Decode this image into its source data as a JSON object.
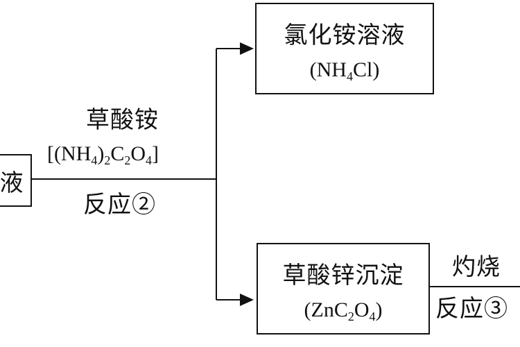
{
  "left_box": {
    "label": "液"
  },
  "top_box": {
    "name": "氯化铵溶液",
    "formula_a": "(NH",
    "formula_sub": "4",
    "formula_b": "Cl)"
  },
  "bottom_box": {
    "name": "草酸锌沉淀",
    "f1": "(ZnC",
    "f_sub1": "2",
    "f2": "O",
    "f_sub2": "4",
    "f3": ")"
  },
  "reagent": {
    "name": "草酸铵",
    "f1": "[(NH",
    "f_sub1": "4",
    "f2": ")",
    "f_sub2": "2",
    "f3": "C",
    "f_sub3": "2",
    "f4": "O",
    "f_sub4": "4",
    "f5": "]",
    "reaction": "反应②"
  },
  "calcination": {
    "name": "灼烧",
    "reaction": "反应③"
  }
}
